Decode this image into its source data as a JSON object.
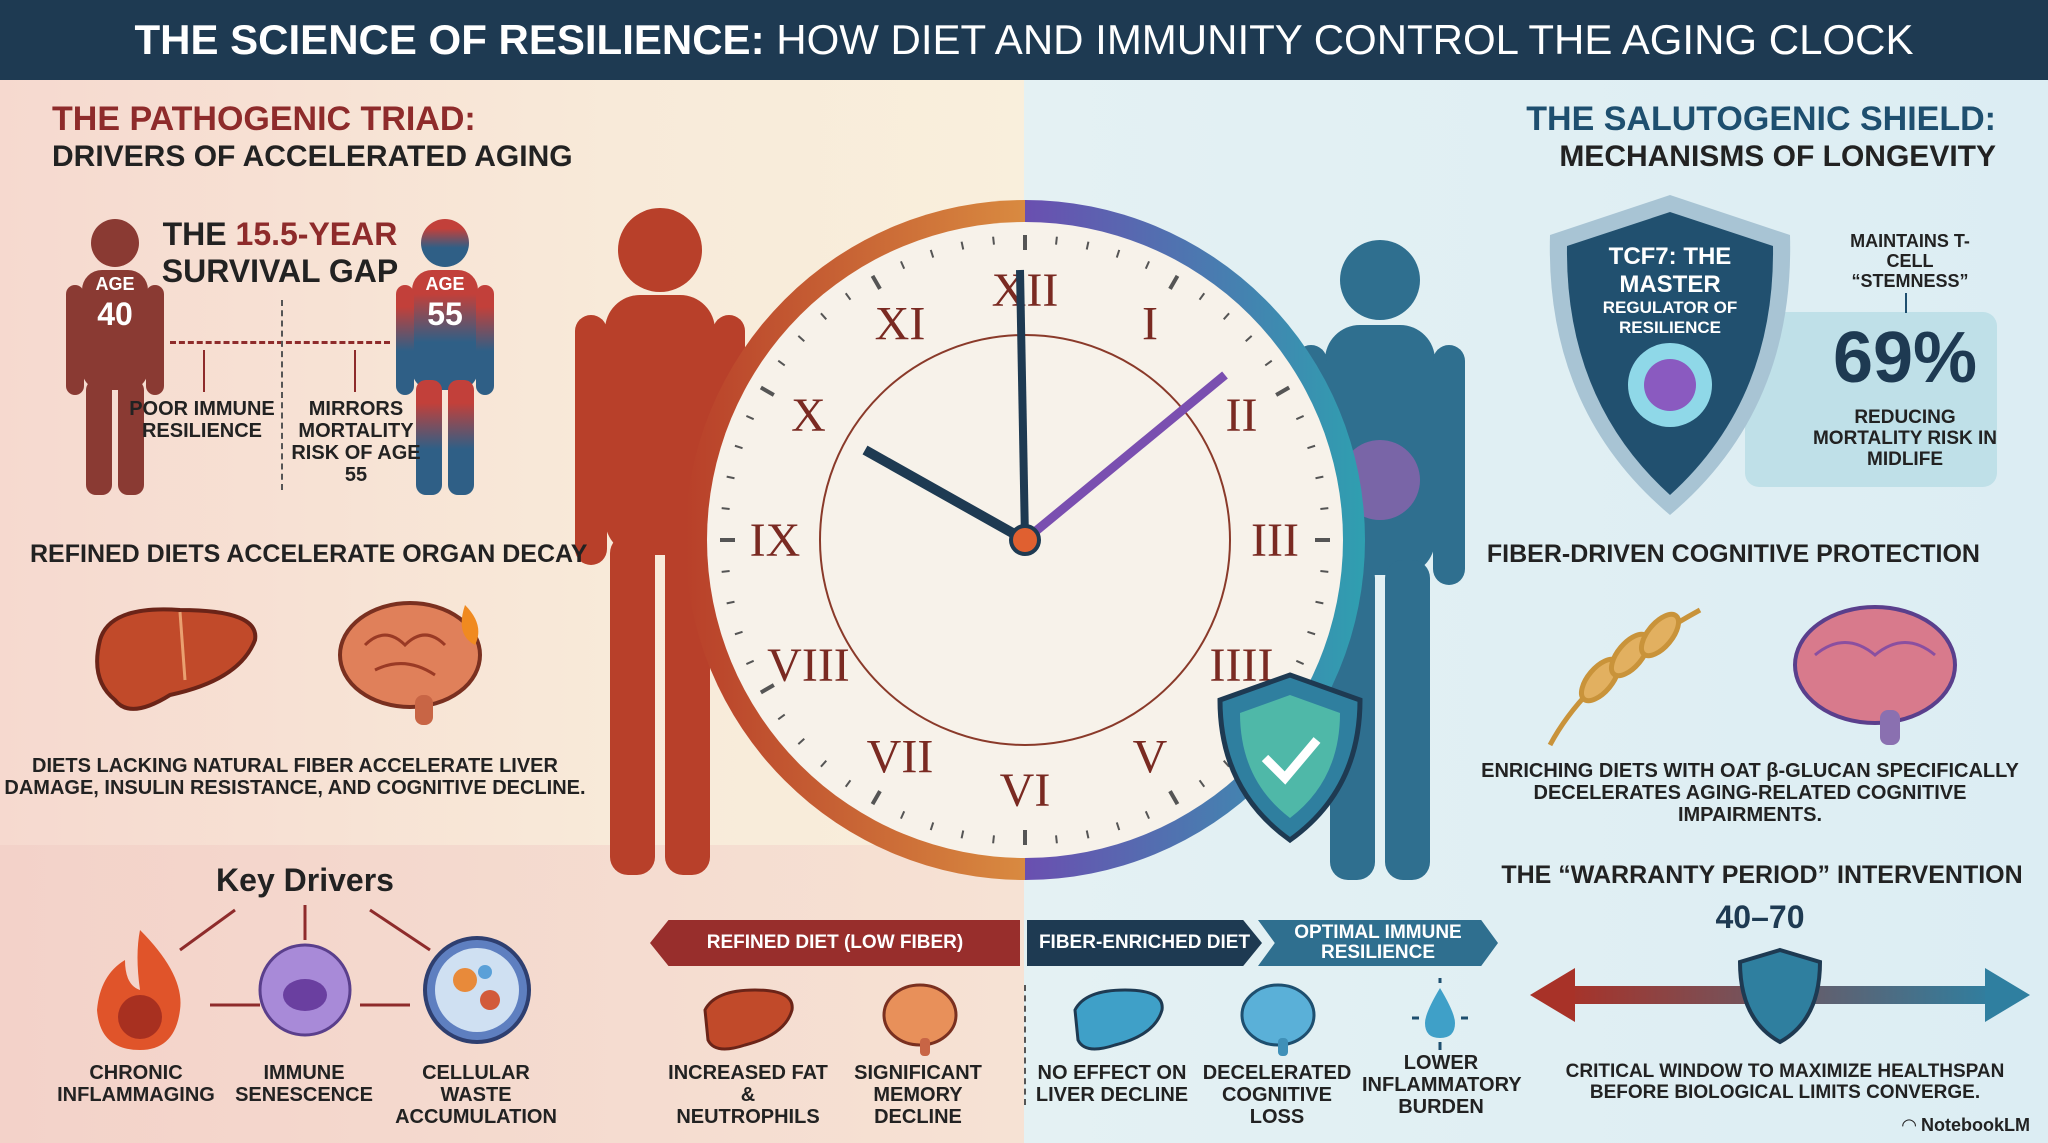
{
  "title": {
    "bold": "THE SCIENCE OF RESILIENCE:",
    "rest": " HOW DIET AND IMMUNITY CONTROL THE AGING CLOCK"
  },
  "left": {
    "heading": "THE PATHOGENIC TRIAD:",
    "subheading": "DRIVERS OF ACCELERATED AGING",
    "gap": {
      "line1_a": "THE ",
      "line1_b": "15.5-YEAR",
      "line2": "SURVIVAL GAP",
      "age_label": "AGE",
      "age_a": "40",
      "age_b": "55",
      "note_a": "POOR IMMUNE RESILIENCE",
      "note_b": "MIRRORS MORTALITY RISK OF AGE 55"
    },
    "organ_heading": "REFINED DIETS ACCELERATE ORGAN DECAY",
    "organ_text_1": "DIETS LACKING NATURAL FIBER ACCELERATE LIVER",
    "organ_text_2": "DAMAGE, INSULIN RESISTANCE, AND COGNITIVE DECLINE.",
    "key_drivers": {
      "title": "Key Drivers",
      "items": [
        {
          "label": "CHRONIC INFLAMMAGING",
          "icon": "fire-icon"
        },
        {
          "label": "IMMUNE SENESCENCE",
          "icon": "immune-cell-icon"
        },
        {
          "label": "CELLULAR WASTE ACCUMULATION",
          "icon": "cell-waste-icon"
        }
      ]
    }
  },
  "right": {
    "heading": "THE SALUTOGENIC SHIELD:",
    "subheading": "MECHANISMS OF LONGEVITY",
    "shield": {
      "line1": "TCF7: THE MASTER",
      "line2": "REGULATOR OF RESILIENCE"
    },
    "stat": {
      "caption_top": "MAINTAINS T-CELL “STEMNESS”",
      "value": "69%",
      "caption_bottom": "REDUCING MORTALITY RISK IN MIDLIFE"
    },
    "fiber_heading": "FIBER-DRIVEN COGNITIVE PROTECTION",
    "fiber_text_1": "ENRICHING DIETS WITH OAT β-GLUCAN SPECIFICALLY",
    "fiber_text_2": "DECELERATES AGING-RELATED COGNITIVE IMPAIRMENTS.",
    "warranty": {
      "title": "THE “WARRANTY PERIOD” INTERVENTION",
      "range": "40–70",
      "text_1": "CRITICAL WINDOW TO MAXIMIZE HEALTHSPAN",
      "text_2": "BEFORE BIOLOGICAL LIMITS CONVERGE."
    }
  },
  "clock": {
    "numerals": [
      "XII",
      "I",
      "II",
      "III",
      "IIII",
      "V",
      "VI",
      "VII",
      "VIII",
      "IX",
      "X",
      "XI"
    ]
  },
  "comparison": {
    "refined": {
      "label": "REFINED DIET (LOW FIBER)",
      "items": [
        "INCREASED FAT & NEUTROPHILS",
        "SIGNIFICANT MEMORY DECLINE"
      ]
    },
    "fiber": {
      "label": "FIBER-ENRICHED DIET",
      "items": [
        "NO EFFECT ON LIVER DECLINE",
        "DECELERATED COGNITIVE LOSS"
      ]
    },
    "optimal": {
      "label": "OPTIMAL IMMUNE RESILIENCE",
      "items": [
        "LOWER INFLAMMATORY BURDEN"
      ]
    }
  },
  "brand": "NotebookLM",
  "colors": {
    "navy": "#1e3a52",
    "red": "#8e2b2b",
    "teal": "#2f6f8f"
  }
}
